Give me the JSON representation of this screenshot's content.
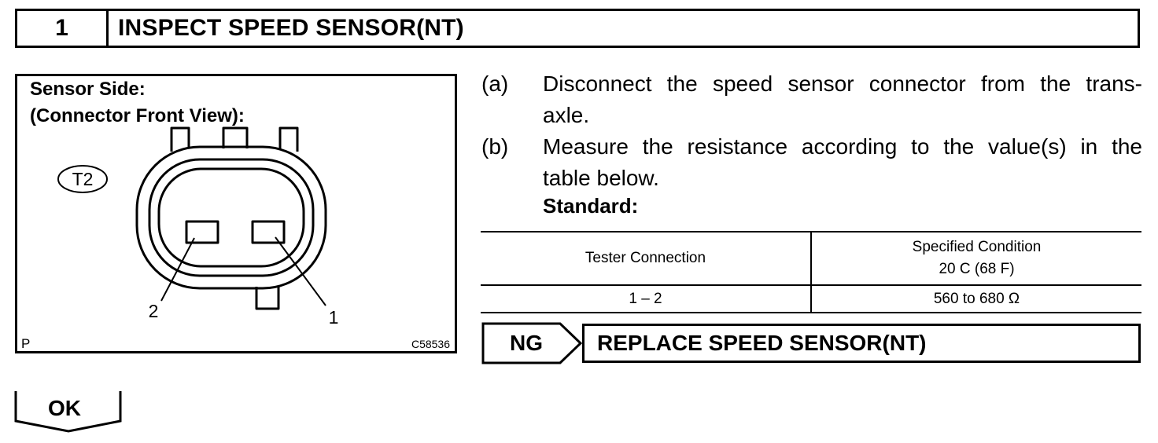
{
  "step": {
    "number": "1",
    "title": "INSPECT SPEED SENSOR(NT)"
  },
  "diagram": {
    "label_line1": "Sensor Side:",
    "label_line2": "(Connector Front View):",
    "connector_id": "T2",
    "pin1": "1",
    "pin2": "2",
    "corner_left": "P",
    "image_code": "C58536"
  },
  "instructions": [
    {
      "marker": "(a)",
      "line1": "Disconnect the speed sensor connector from the trans-",
      "line2": "axle."
    },
    {
      "marker": "(b)",
      "line1": "Measure the resistance according to the value(s) in the",
      "line2": "table below."
    }
  ],
  "standard_label": "Standard:",
  "spec_table": {
    "header": {
      "col1": "Tester Connection",
      "col2_line1": "Specified Condition",
      "col2_line2": "20  C (68  F)"
    },
    "rows": [
      {
        "connection": "1 – 2",
        "condition": "560 to 680 Ω"
      }
    ]
  },
  "result_ng": {
    "label": "NG",
    "action": "REPLACE SPEED SENSOR(NT)"
  },
  "result_ok": {
    "label": "OK"
  }
}
